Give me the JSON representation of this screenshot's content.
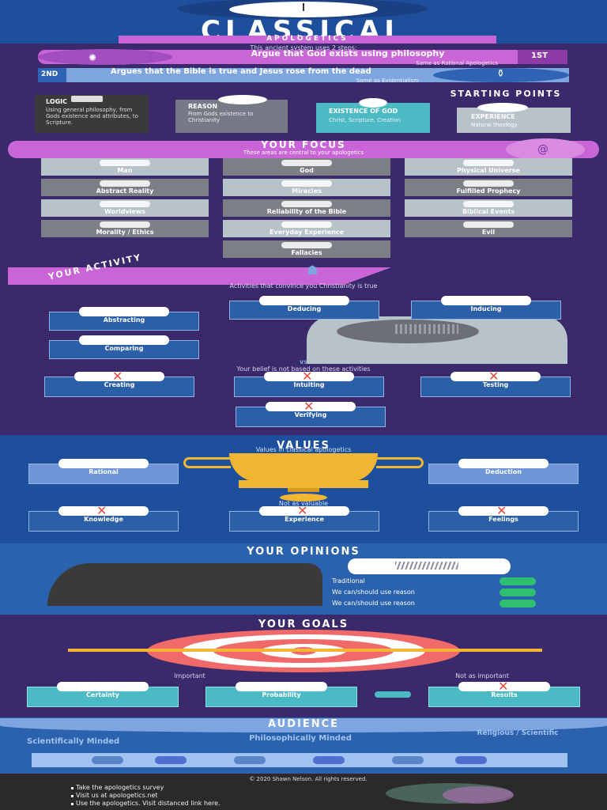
{
  "header": {
    "title": "CLASSICAL",
    "subtitle": "APOLOGETICS"
  },
  "intro": {
    "uses_steps": "This ancient system uses 2 steps:",
    "step1": "Argue that God exists using philosophy",
    "step1_note": "Same as Rational Apologetics",
    "step2": "Argues that the Bible is true and Jesus rose from the dead",
    "step2_note": "Same as Evidentialism",
    "num1": "1ST",
    "num2": "2ND"
  },
  "starting_points": {
    "title": "STARTING POINTS",
    "cards": [
      {
        "name": "LOGIC",
        "text": "Using general philosophy, from Gods existence and attributes, to Scripture."
      },
      {
        "name": "REASON",
        "text": "From Gods existence to Christianity"
      },
      {
        "name": "EXISTENCE OF GOD",
        "text": "Christ, Scripture, Creation"
      },
      {
        "name": "EXPERIENCE",
        "text": "Natural theology"
      }
    ]
  },
  "focus": {
    "title": "YOUR FOCUS",
    "subtitle": "These areas are central to your apologetics",
    "cells": [
      "Man",
      "God",
      "Physical Universe",
      "Abstract Reality",
      "Miracles",
      "Fulfilled Prophecy",
      "Worldviews",
      "Reliability of the Bible",
      "Biblical Events",
      "Morality / Ethics",
      "Everyday Experience",
      "Evil",
      "Fallacies"
    ]
  },
  "activity": {
    "title": "YOUR ACTIVITY",
    "subtitle": "Activities that convince you Christianity is true",
    "good": [
      "Abstracting",
      "Deducing",
      "Inducing",
      "Comparing"
    ],
    "vs": "vs",
    "bad_intro": "Your belief is not based on these activities",
    "bad": [
      "Creating",
      "Intuiting",
      "Testing",
      "Verifying"
    ]
  },
  "values": {
    "title": "VALUES",
    "subtitle": "Values in classical apologetics",
    "good": [
      "Rational",
      "Deduction"
    ],
    "not_valuable": "Not as valuable",
    "bad": [
      "Knowledge",
      "Experience",
      "Feelings"
    ]
  },
  "opinions": {
    "title": "YOUR OPINIONS",
    "items": [
      "Traditional",
      "We can/should use reason",
      "We can/should use reason"
    ]
  },
  "goals": {
    "title": "YOUR GOALS",
    "important": "Important",
    "not_important": "Not as important",
    "items": [
      "Certainty",
      "Probability",
      "Results"
    ]
  },
  "audience": {
    "title": "AUDIENCE",
    "left": "Scientifically Minded",
    "middle": "Philosophically Minded",
    "right": "Religious / Scientific"
  },
  "footer": {
    "copyright": "© 2020 Shawn Nelson. All rights reserved.",
    "items": [
      "Take the apologetics survey",
      "Visit us at apologetics.net",
      "Use the apologetics. Visit distanced link here."
    ]
  },
  "colors": {
    "purple": "#3b2a6b",
    "blue": "#1e4f9c",
    "pink": "#c965d6",
    "teal": "#4bbac4"
  }
}
